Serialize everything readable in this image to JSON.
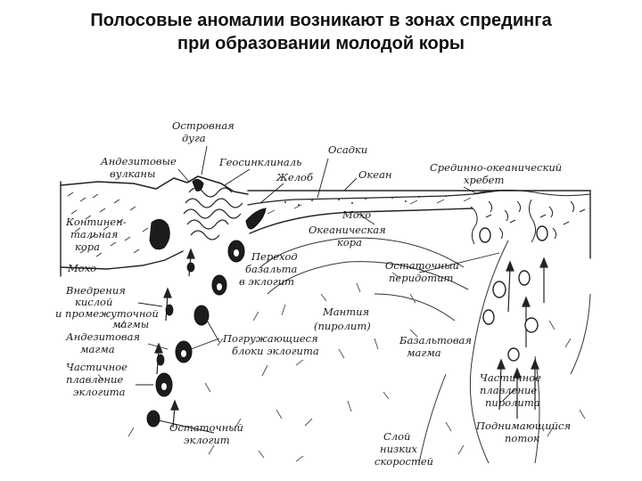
{
  "title": {
    "line1": "Полосовые аномалии возникают в зонах спрединга",
    "line2": "при образовании молодой коры"
  },
  "labels": {
    "island_arc_1": "Островная",
    "island_arc_2": "дуга",
    "andesite_volcanoes_1": "Андезитовые",
    "andesite_volcanoes_2": "вулканы",
    "geosyncline": "Геосинклиналь",
    "sediments": "Осадки",
    "trench": "Желоб",
    "ocean": "Океан",
    "ridge_1": "Срединно-океанический",
    "ridge_2": "хребет",
    "continental_crust_1": "Континен-",
    "continental_crust_2": "тальная",
    "continental_crust_3": "кора",
    "moho_left": "Мохо",
    "moho_right": "Мохо",
    "oceanic_crust_1": "Океаническая",
    "oceanic_crust_2": "кора",
    "basalt_eclogite_1": "Переход",
    "basalt_eclogite_2": "базальта",
    "basalt_eclogite_3": "в эклогит",
    "residual_peridotite_1": "Остаточный",
    "residual_peridotite_2": "перидотит",
    "intrusions_1": "Внедрения",
    "intrusions_2": "кислой",
    "intrusions_3": "и промежуточной",
    "intrusions_4": "магмы",
    "mantle_1": "Мантия",
    "mantle_2": "(пиролит)",
    "andesite_magma_1": "Андезитовая",
    "andesite_magma_2": "магма",
    "sinking_blocks_1": "Погружающиеся",
    "sinking_blocks_2": "блоки эклогита",
    "basalt_magma_1": "Базальтовая",
    "basalt_magma_2": "магма",
    "partial_melt_eclogite_1": "Частичное",
    "partial_melt_eclogite_2": "плавление",
    "partial_melt_eclogite_3": "эклогита",
    "partial_melt_pyrolite_1": "Частичное",
    "partial_melt_pyrolite_2": "плавление",
    "partial_melt_pyrolite_3": "пиролита",
    "residual_eclogite_1": "Остаточный",
    "residual_eclogite_2": "эклогит",
    "rising_flow_1": "Поднимающийся",
    "rising_flow_2": "поток",
    "low_velocity_1": "Слой",
    "low_velocity_2": "низких",
    "low_velocity_3": "скоростей"
  }
}
